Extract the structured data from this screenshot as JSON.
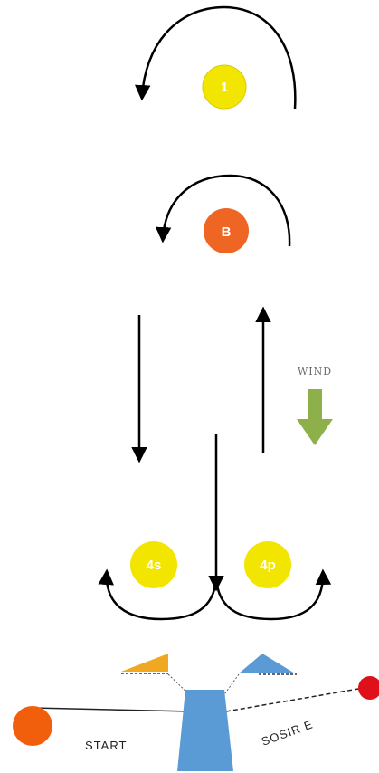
{
  "marks": {
    "mark_1": {
      "label": "1",
      "color": "#f2e600"
    },
    "mark_b": {
      "label": "B",
      "color": "#ee6524"
    },
    "gate_left": {
      "label": "4s",
      "color": "#f2e600"
    },
    "gate_right": {
      "label": "4p",
      "color": "#f2e600"
    }
  },
  "wind": {
    "label": "WIND",
    "arrow_color": "#8db04a"
  },
  "start_area": {
    "start_label": "START",
    "finish_label": "SOSIR E",
    "pin_color": "#f25f0c",
    "boat_color": "#e0101a",
    "committee_color": "#5b9bd5",
    "left_flag_color": "#f0a820",
    "right_flag_color": "#5b9bd5"
  }
}
